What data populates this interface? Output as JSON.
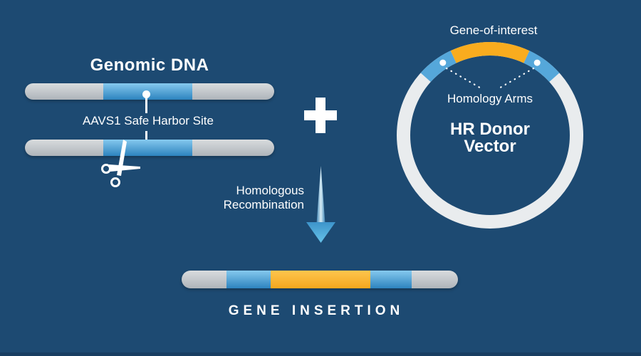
{
  "diagram": {
    "genomic": {
      "title": "Genomic DNA",
      "site_label": "AAVS1 Safe Harbor Site"
    },
    "donor_vector": {
      "gene_label": "Gene-of-interest",
      "arms_label": "Homology Arms",
      "name_line1": "HR Donor",
      "name_line2": "Vector"
    },
    "process": {
      "line1": "Homologous",
      "line2": "Recombination"
    },
    "result_label": "GENE INSERTION",
    "colors": {
      "background": "#1d4a72",
      "footer_strip": "#183e62",
      "bar_gray_top": "#d9dcde",
      "bar_gray_bottom": "#aeb4ba",
      "bar_blue_top": "#85c9ee",
      "bar_blue_bottom": "#2d83bf",
      "bar_yellow_top": "#fdc54e",
      "bar_yellow_bottom": "#f5a71d",
      "ring_base": "#e9ecee",
      "ring_blue": "#55a7da",
      "ring_yellow": "#f9ac1e",
      "arrow_edge": "#3f86b6",
      "arrow_highlight": "#d8edf6",
      "arrow_head_top": "#3d94ca",
      "arrow_head_bottom": "#66c2e9",
      "text": "#ffffff"
    }
  }
}
